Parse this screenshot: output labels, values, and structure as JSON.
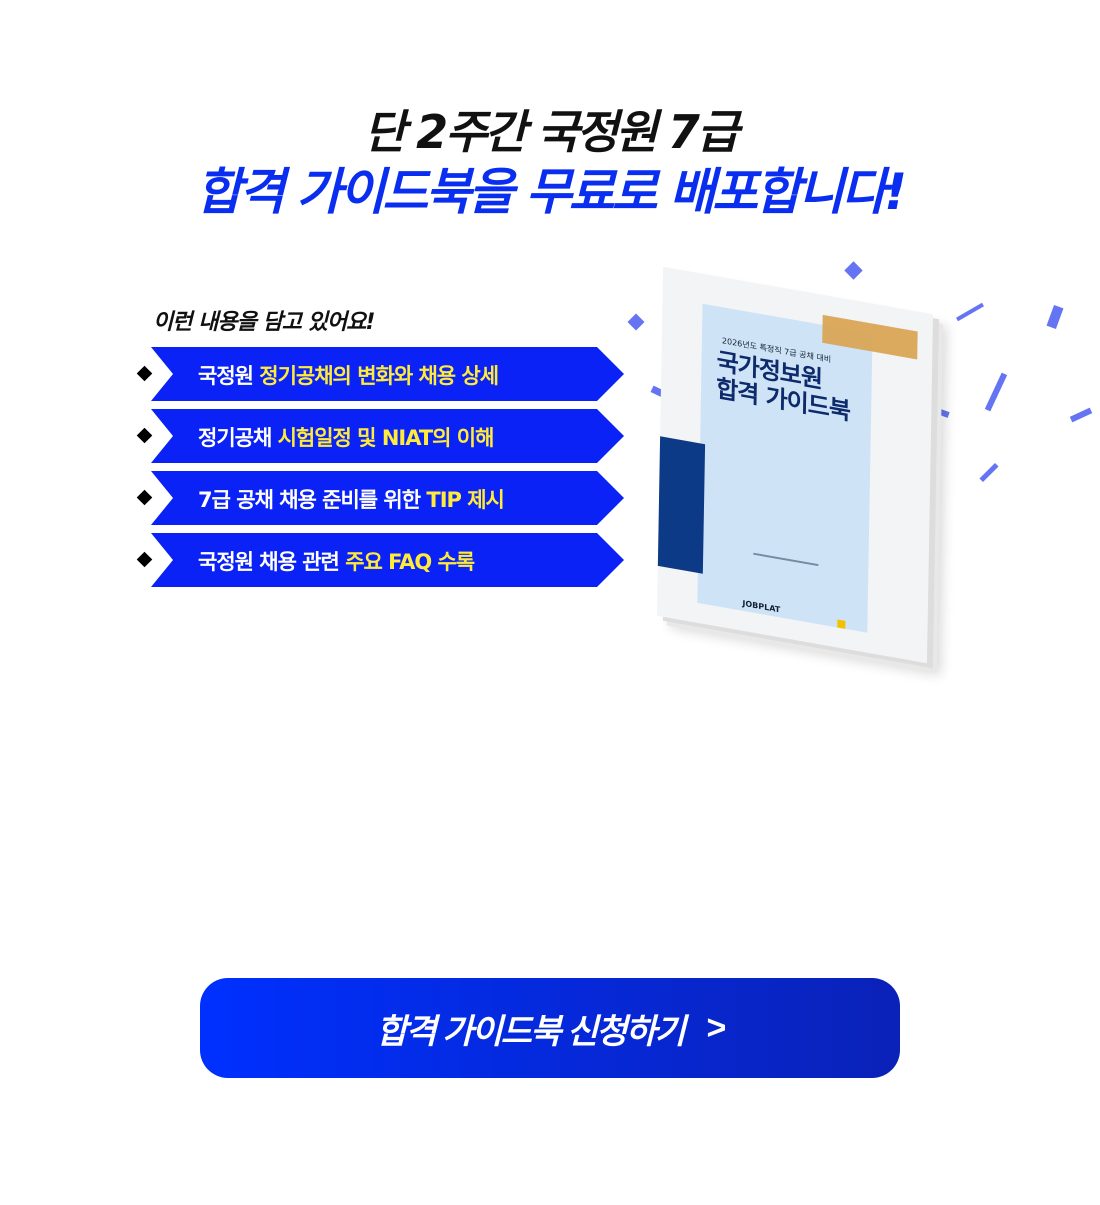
{
  "headline": {
    "line1": "단 2주간 국정원 7급",
    "line2": "합격 가이드북을 무료로 배포합니다!"
  },
  "contents_label": "이런 내용을 담고 있어요!",
  "items": [
    {
      "plain": "국정원 ",
      "highlight": "정기공채의 변화와 채용 상세",
      "tail": ""
    },
    {
      "plain": "정기공채 ",
      "highlight": "시험일정 및 NIAT의 이해",
      "tail": ""
    },
    {
      "plain": "7급 공채 채용 준비를 위한 ",
      "highlight": "TIP 제시",
      "tail": ""
    },
    {
      "plain": "국정원 채용 관련 ",
      "highlight": "주요 FAQ 수록",
      "tail": ""
    }
  ],
  "book": {
    "subtitle": "2026년도 특정직 7급 공채 대비",
    "title_line1": "국가정보원",
    "title_line2": "합격 가이드북",
    "publisher": "JOBPLAT"
  },
  "cta": {
    "label": "합격 가이드북 신청하기",
    "arrow": ">"
  },
  "colors": {
    "accent": "#0a22f5",
    "highlight": "#ffeb3b",
    "navy": "#0d3a86",
    "orange": "#d9a24e"
  }
}
